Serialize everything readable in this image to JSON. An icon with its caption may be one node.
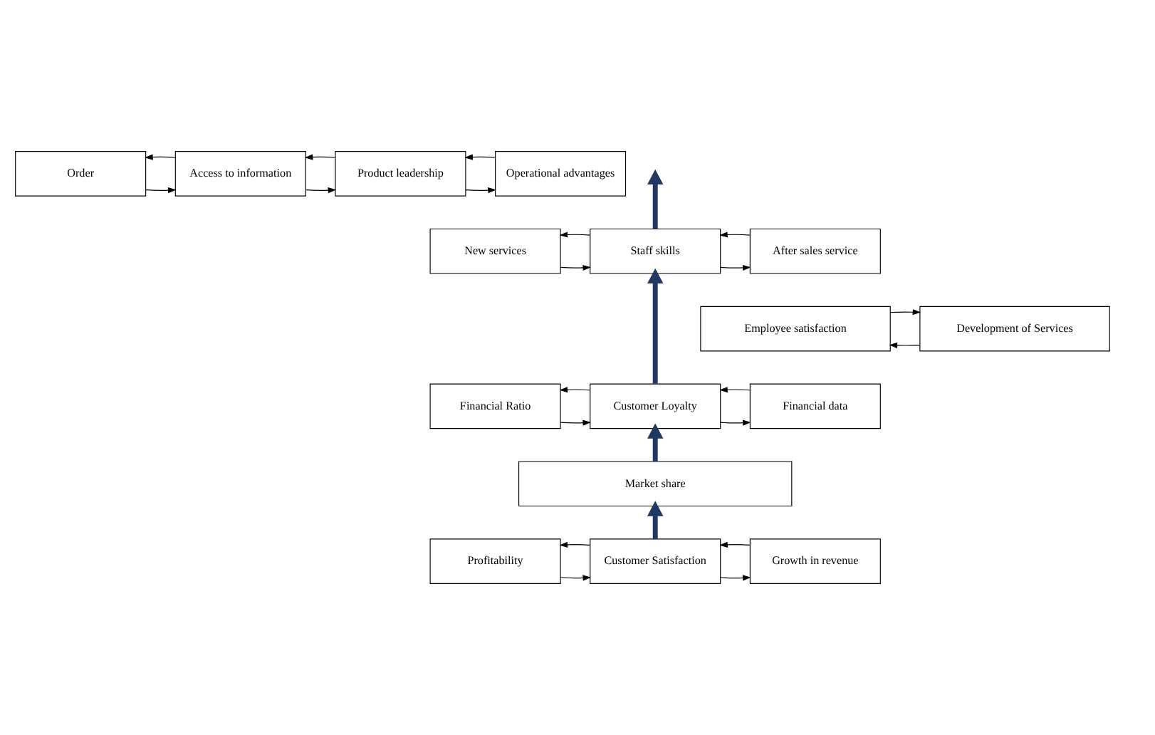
{
  "diagram": {
    "nodes": [
      {
        "text": [
          "Order"
        ]
      },
      {
        "text": [
          "Access to information"
        ]
      },
      {
        "text": [
          "Product leadership"
        ]
      },
      {
        "text": [
          "Operational advantages"
        ]
      },
      {
        "text": [
          "New services"
        ]
      },
      {
        "text": [
          "Staff skills"
        ]
      },
      {
        "text": [
          "After sales service"
        ]
      },
      {
        "text": [
          "Employee satisfaction"
        ]
      },
      {
        "text": [
          "Development of Services"
        ]
      },
      {
        "text": [
          "Financial Ratio"
        ]
      },
      {
        "text": [
          "Customer Loyalty"
        ]
      },
      {
        "text": [
          "Financial data"
        ]
      },
      {
        "text": [
          "Market share"
        ]
      },
      {
        "text": [
          "Profitability"
        ]
      },
      {
        "text": [
          "Customer Satisfaction"
        ]
      },
      {
        "text": [
          "Growth in revenue"
        ]
      }
    ],
    "edges": [
      {
        "from": 1,
        "to": 0,
        "arrow": "to"
      },
      {
        "from": 0,
        "to": 1,
        "arrow": "to"
      },
      {
        "from": 2,
        "to": 1,
        "arrow": "to"
      },
      {
        "from": 1,
        "to": 2,
        "arrow": "to"
      },
      {
        "from": 3,
        "to": 2,
        "arrow": "to"
      },
      {
        "from": 2,
        "to": 3,
        "arrow": "to"
      },
      {
        "from": 5,
        "to": null,
        "arrow": "to",
        "style": "thick",
        "color": "#1f3864"
      },
      {
        "from": 5,
        "to": 4,
        "arrow": "to"
      },
      {
        "from": 4,
        "to": 5,
        "arrow": "to"
      },
      {
        "from": 6,
        "to": 5,
        "arrow": "to"
      },
      {
        "from": 5,
        "to": 6,
        "arrow": "to"
      },
      {
        "from": 7,
        "to": 8,
        "arrow": "to"
      },
      {
        "from": 8,
        "to": 7,
        "arrow": "to"
      },
      {
        "from": 10,
        "to": 5,
        "arrow": "to",
        "style": "thick",
        "color": "#1f3864"
      },
      {
        "from": 10,
        "to": 9,
        "arrow": "to"
      },
      {
        "from": 9,
        "to": 10,
        "arrow": "to"
      },
      {
        "from": 11,
        "to": 10,
        "arrow": "to"
      },
      {
        "from": 10,
        "to": 11,
        "arrow": "to"
      },
      {
        "from": 12,
        "to": 10,
        "arrow": "to",
        "style": "thick",
        "color": "#1f3864"
      },
      {
        "from": 14,
        "to": 12,
        "arrow": "to",
        "style": "thick",
        "color": "#1f3864"
      },
      {
        "from": 14,
        "to": 13,
        "arrow": "to"
      },
      {
        "from": 13,
        "to": 14,
        "arrow": "to"
      },
      {
        "from": 15,
        "to": 14,
        "arrow": "to"
      },
      {
        "from": 14,
        "to": 15,
        "arrow": "to"
      }
    ]
  }
}
